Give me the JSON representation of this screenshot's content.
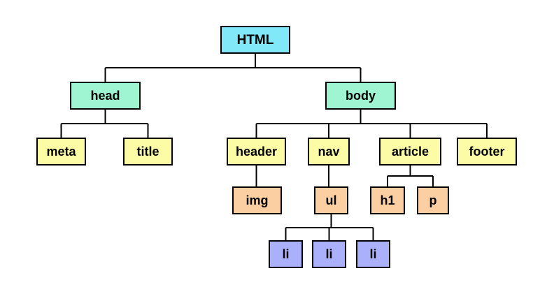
{
  "colors": {
    "root": "#80e8f8",
    "level1": "#9ff5d2",
    "level2": "#fcfca6",
    "level3": "#fbcfa2",
    "level4": "#abb0fb",
    "stroke": "#000000"
  },
  "nodes": {
    "html": {
      "label": "HTML",
      "level": "root",
      "parent": null
    },
    "head": {
      "label": "head",
      "level": "level1",
      "parent": "html"
    },
    "body": {
      "label": "body",
      "level": "level1",
      "parent": "html"
    },
    "meta": {
      "label": "meta",
      "level": "level2",
      "parent": "head"
    },
    "title": {
      "label": "title",
      "level": "level2",
      "parent": "head"
    },
    "header": {
      "label": "header",
      "level": "level2",
      "parent": "body"
    },
    "nav": {
      "label": "nav",
      "level": "level2",
      "parent": "body"
    },
    "article": {
      "label": "article",
      "level": "level2",
      "parent": "body"
    },
    "footer": {
      "label": "footer",
      "level": "level2",
      "parent": "body"
    },
    "img": {
      "label": "img",
      "level": "level3",
      "parent": "header"
    },
    "ul": {
      "label": "ul",
      "level": "level3",
      "parent": "nav"
    },
    "h1": {
      "label": "h1",
      "level": "level3",
      "parent": "article"
    },
    "p": {
      "label": "p",
      "level": "level3",
      "parent": "article"
    },
    "li1": {
      "label": "li",
      "level": "level4",
      "parent": "ul"
    },
    "li2": {
      "label": "li",
      "level": "level4",
      "parent": "ul"
    },
    "li3": {
      "label": "li",
      "level": "level4",
      "parent": "ul"
    }
  }
}
